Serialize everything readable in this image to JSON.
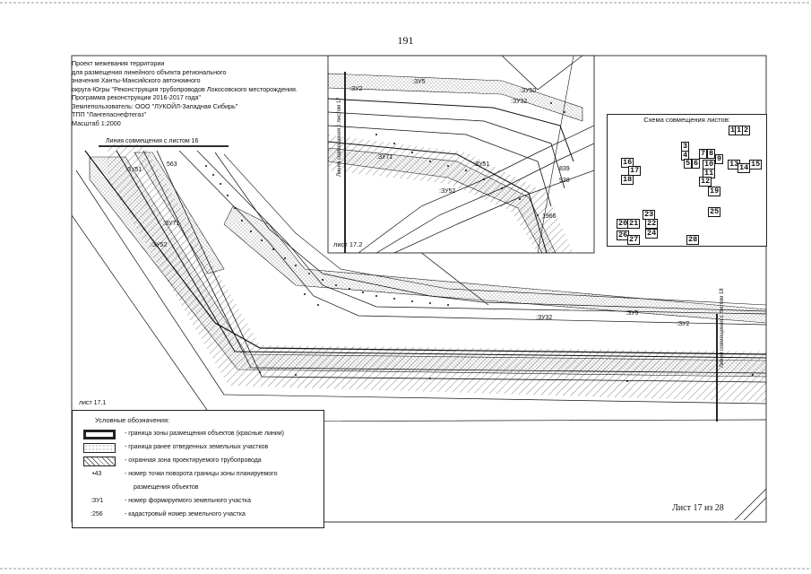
{
  "page_number": "191",
  "title_block": {
    "lines": [
      "Проект межевания территории",
      "для размещения линейного объекта регионального",
      "значения Ханты-Мансийского автономного",
      "округа-Югры \"Реконструкция трубопроводов Локосовского месторождения.",
      "Программа реконструкции 2016-2017 года\"",
      "Землепользователь: ООО \"ЛУКОЙЛ-Западная Сибирь\"",
      "ТПП \"Лангепаснефтегаз\"",
      "Масштаб 1:2000"
    ]
  },
  "map_labels": {
    "match_line_top": "Линия совмещения с листом 16",
    "match_line_inset": "Линия совмещения с листом 17",
    "match_line_right": "Линия совмещения с листом 18",
    "zu1_main": ":ЗУ51",
    "zu71_main": ":ЗУ71",
    "zu52_main": ":ЗУ52",
    "zu32_bottom": ":ЗУ32",
    "zu5_bottom": ":ЗУ5",
    "zu2_right": ":ЗУ2",
    "sheet_main": "лист 17.1",
    "sheet_inset": "лист 17.2",
    "inset_zu2": ":ЗУ2",
    "inset_zu5": ":ЗУ5",
    "inset_zu50": ":ЗУ50",
    "inset_zu32": ":ЗУ32",
    "inset_zu71": ":ЗУ71",
    "inset_zu51": ":ЗУ51",
    "inset_zu52": ":ЗУ52",
    "inset_839": "839",
    "inset_938": "938",
    "inset_1966": "1966",
    "pt_563": "563"
  },
  "scheme": {
    "title": "Схема совмещения листов:",
    "cells": [
      "1",
      "1",
      "2",
      "3",
      "4",
      "5",
      "6",
      "7",
      "8",
      "9",
      "10",
      "11",
      "12",
      "13",
      "14",
      "15",
      "16",
      "17",
      "18",
      "19",
      "20",
      "21",
      "22",
      "23",
      "24",
      "25",
      "26",
      "27",
      "28"
    ]
  },
  "legend": {
    "title": "Условные обозначения:",
    "items": [
      "- граница зоны размещения объектов (красные линии)",
      "- граница ранее отведенных земельных участков",
      "- охранная зона проектируемого трубопровода",
      "- номер точки поворота границы зоны планируемого",
      "размещения объектов",
      "- номер формируемого земельного участка",
      "- кадастровый номер земельного участка"
    ],
    "point_sample": "43",
    "zu_sample": ":ЗУ1",
    "cad_sample": ":256"
  },
  "sheet_caption": "Лист 17 из 28"
}
